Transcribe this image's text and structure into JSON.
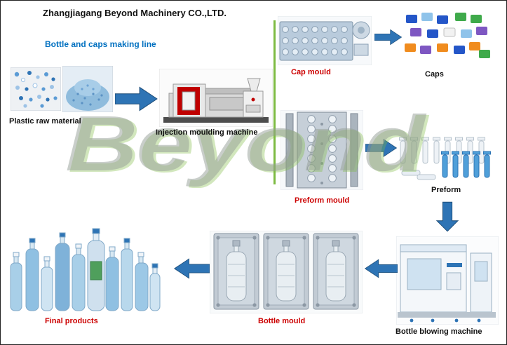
{
  "header": {
    "company": "Zhangjiagang Beyond Machinery CO.,LTD.",
    "subtitle": "Bottle and caps making line"
  },
  "watermark": "Beyond",
  "nodes": {
    "plastic_raw_material": {
      "label": "Plastic raw material"
    },
    "injection_moulding_machine": {
      "label": "Injection moulding machine"
    },
    "cap_mould": {
      "label": "Cap mould"
    },
    "caps": {
      "label": "Caps"
    },
    "preform_mould": {
      "label": "Preform mould"
    },
    "preform": {
      "label": "Preform"
    },
    "bottle_blowing_machine": {
      "label": "Bottle blowing machine"
    },
    "bottle_mould": {
      "label": "Bottle mould"
    },
    "final_products": {
      "label": "Final products"
    }
  },
  "colors": {
    "subtitle_blue": "#0070c0",
    "label_red": "#cc0000",
    "arrow_blue": "#2e74b5",
    "arrow_outline": "#1f4e79",
    "divider_green": "#7dbb42",
    "watermark_gray": "#949e96"
  }
}
